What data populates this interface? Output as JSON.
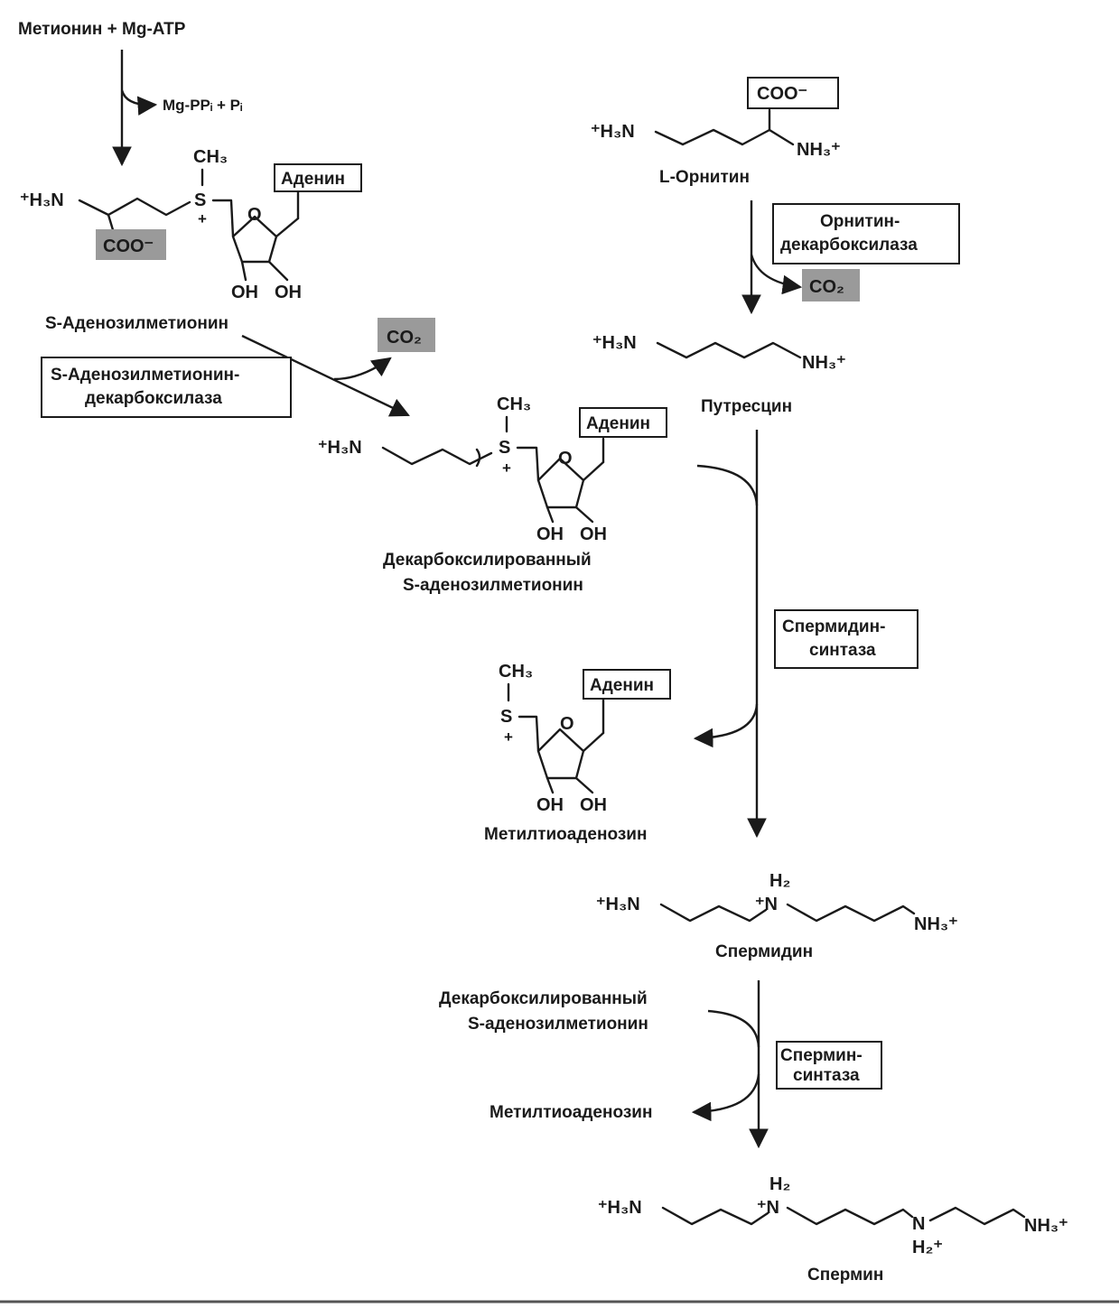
{
  "top": {
    "methionine_atp": "Метионин + Mg-ATP",
    "byproduct": "Mg-PPᵢ + Pᵢ"
  },
  "sam": {
    "h3n": "⁺H₃N",
    "ch3": "CH₃",
    "s": "S",
    "plus": "+",
    "coo": "COO⁻",
    "o": "O",
    "oh1": "OH",
    "oh2": "OH",
    "adenine": "Аденин",
    "name": "S-Аденозилметионин"
  },
  "sam_enzyme": {
    "line1": "S-Аденозилметионин-",
    "line2": "декарбоксилаза",
    "co2": "CO₂"
  },
  "dcsam": {
    "h3n": "⁺H₃N",
    "ch3": "CH₃",
    "s": "S",
    "plus": "+",
    "o": "O",
    "oh1": "OH",
    "oh2": "OH",
    "adenine": "Аденин",
    "name1": "Декарбоксилированный",
    "name2": "S-аденозилметионин"
  },
  "mta": {
    "ch3": "CH₃",
    "s": "S",
    "plus": "+",
    "o": "O",
    "oh1": "OH",
    "oh2": "OH",
    "adenine": "Аденин",
    "name": "Метилтиоаденозин"
  },
  "ornithine": {
    "h3n": "⁺H₃N",
    "coo": "COO⁻",
    "nh3": "NH₃⁺",
    "name": "L-Орнитин"
  },
  "odc": {
    "line1": "Орнитин-",
    "line2": "декарбоксилаза",
    "co2": "CO₂"
  },
  "putrescine": {
    "h3n": "⁺H₃N",
    "nh3": "NH₃⁺",
    "name": "Путресцин"
  },
  "spd_synthase": {
    "line1": "Спермидин-",
    "line2": "синтаза"
  },
  "spermidine": {
    "h3n": "⁺H₃N",
    "nh": "⁺N",
    "h2": "H₂",
    "nh3": "NH₃⁺",
    "name": "Спермидин"
  },
  "spm_step": {
    "in1": "Декарбоксилированный",
    "in2": "S-аденозилметионин",
    "out": "Метилтиоаденозин",
    "enzyme1": "Спермин-",
    "enzyme2": "синтаза"
  },
  "spermine": {
    "h3n": "⁺H₃N",
    "nh_a": "⁺N",
    "h2_a": "H₂",
    "nh_b": "N",
    "h2_b": "H₂⁺",
    "nh3": "NH₃⁺",
    "name": "Спермин"
  }
}
